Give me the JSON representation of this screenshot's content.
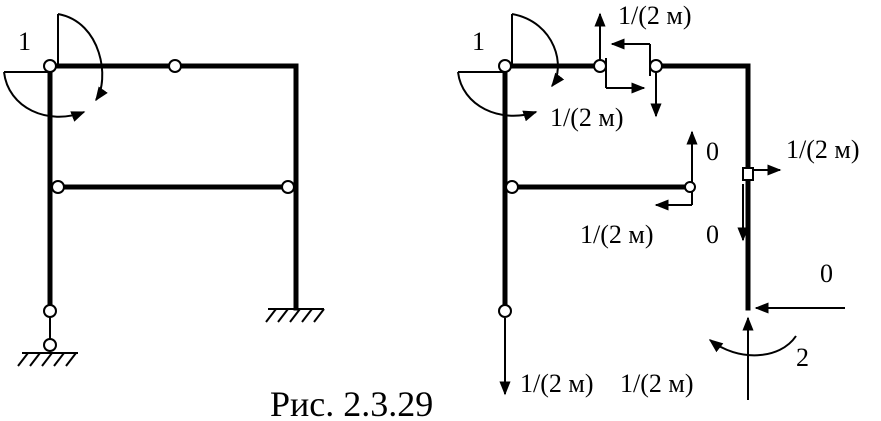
{
  "figure": {
    "caption": "Рис. 2.3.29"
  },
  "left_scheme": {
    "moment_label": "1"
  },
  "right_scheme": {
    "moment_label_top": "1",
    "label_top_hinge_up": "1/(2 м)",
    "label_top_hinge_down": "1/(2 м)",
    "label_mid_hinge_up": "0",
    "label_mid_hinge_left": "1/(2 м)",
    "label_right_col_right": "1/(2 м)",
    "label_right_col_down": "0",
    "label_base_horizontal": "0",
    "label_base_moment": "2",
    "label_base_vertical": "1/(2 м)",
    "label_left_support": "1/(2 м)"
  }
}
